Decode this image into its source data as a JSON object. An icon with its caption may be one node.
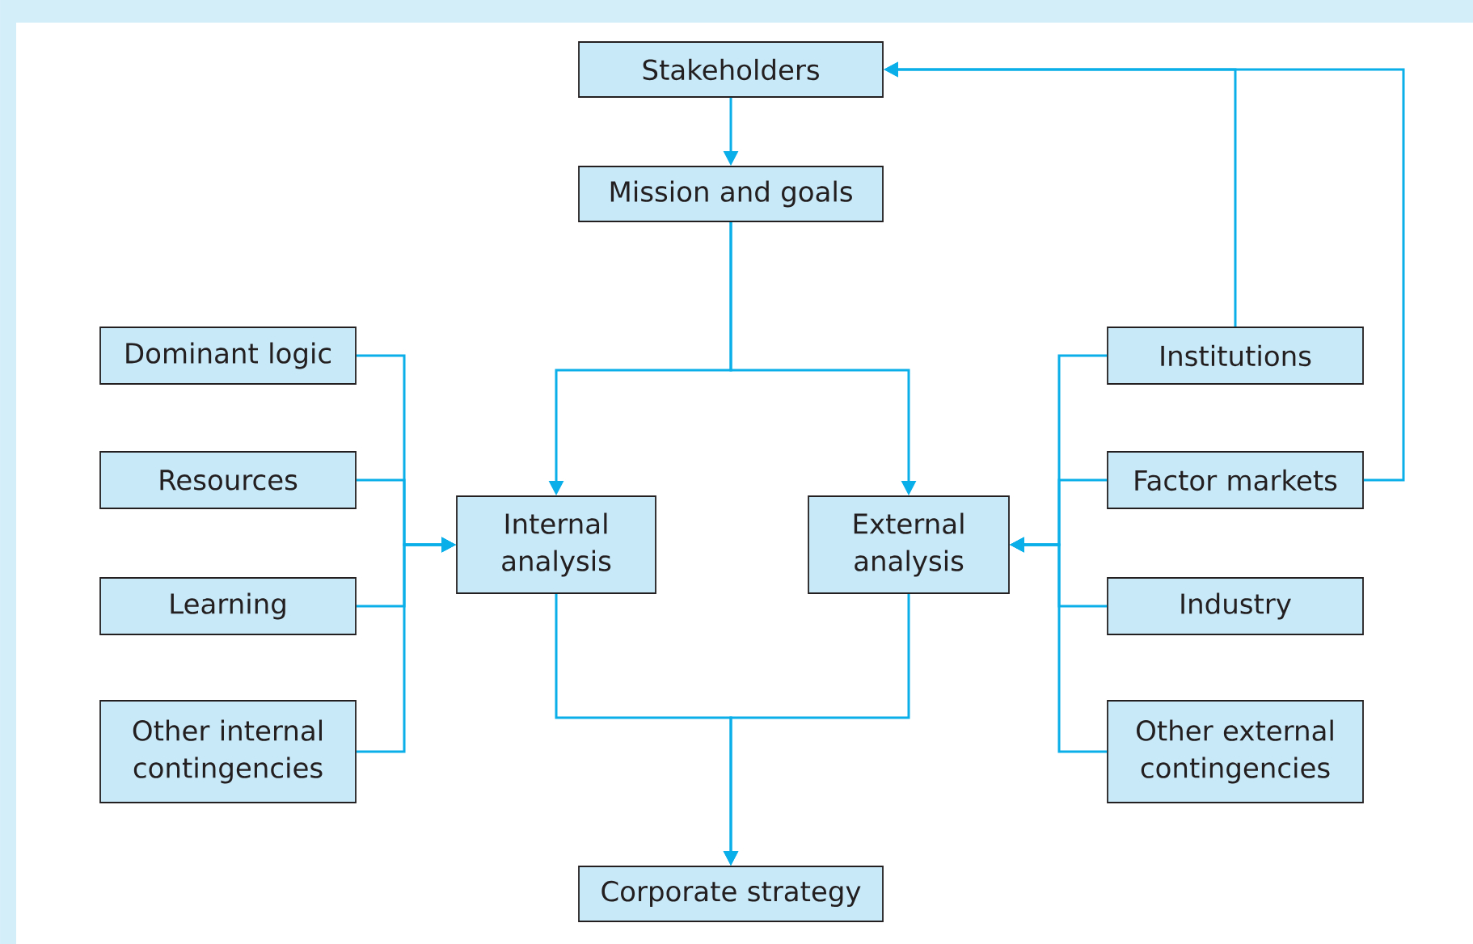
{
  "diagram": {
    "nodes": [
      {
        "text": [
          "Stakeholders"
        ]
      },
      {
        "text": [
          "Mission and goals"
        ]
      },
      {
        "text": [
          "Dominant logic"
        ]
      },
      {
        "text": [
          "Resources"
        ]
      },
      {
        "text": [
          "Learning"
        ]
      },
      {
        "text": [
          "Other internal contingencies"
        ]
      },
      {
        "text": [
          "Internal analysis"
        ]
      },
      {
        "text": [
          "External analysis"
        ]
      },
      {
        "text": [
          "Institutions"
        ]
      },
      {
        "text": [
          "Factor markets"
        ]
      },
      {
        "text": [
          "Industry"
        ]
      },
      {
        "text": [
          "Other external contingencies"
        ]
      },
      {
        "text": [
          "Corporate strategy"
        ]
      }
    ],
    "edges": [
      {
        "from": 0,
        "to": 1,
        "arrow": "to"
      },
      {
        "from": 1,
        "to": 6,
        "arrow": "to"
      },
      {
        "from": 1,
        "to": 7,
        "arrow": "to"
      },
      {
        "from": 2,
        "to": 6,
        "arrow": "to"
      },
      {
        "from": 3,
        "to": 6,
        "arrow": "to"
      },
      {
        "from": 4,
        "to": 6,
        "arrow": "to"
      },
      {
        "from": 5,
        "to": 6,
        "arrow": "to"
      },
      {
        "from": 8,
        "to": 7,
        "arrow": "to"
      },
      {
        "from": 9,
        "to": 7,
        "arrow": "to"
      },
      {
        "from": 10,
        "to": 7,
        "arrow": "to"
      },
      {
        "from": 11,
        "to": 7,
        "arrow": "to"
      },
      {
        "from": 8,
        "to": 0,
        "arrow": "to"
      },
      {
        "from": 9,
        "to": 0,
        "arrow": "to"
      },
      {
        "from": 6,
        "to": 12,
        "arrow": "to"
      },
      {
        "from": 7,
        "to": 12,
        "arrow": "to"
      }
    ]
  }
}
